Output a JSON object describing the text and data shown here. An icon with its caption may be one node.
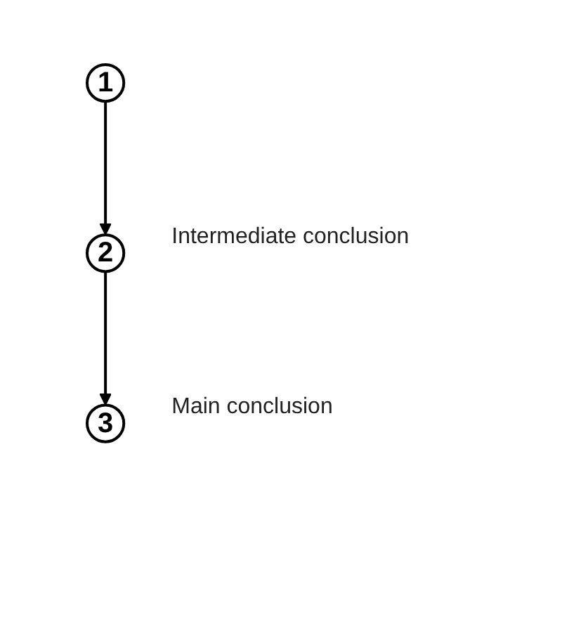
{
  "diagram": {
    "nodes": [
      {
        "text": [
          "1"
        ]
      },
      {
        "text": [
          "2"
        ],
        "beside": [
          "Intermediate conclusion"
        ]
      },
      {
        "text": [
          "3"
        ],
        "beside": [
          "Main conclusion"
        ]
      }
    ],
    "edges": [
      {
        "from": 0,
        "to": 1,
        "arrow": "to"
      },
      {
        "from": 1,
        "to": 2,
        "arrow": "to"
      }
    ]
  }
}
